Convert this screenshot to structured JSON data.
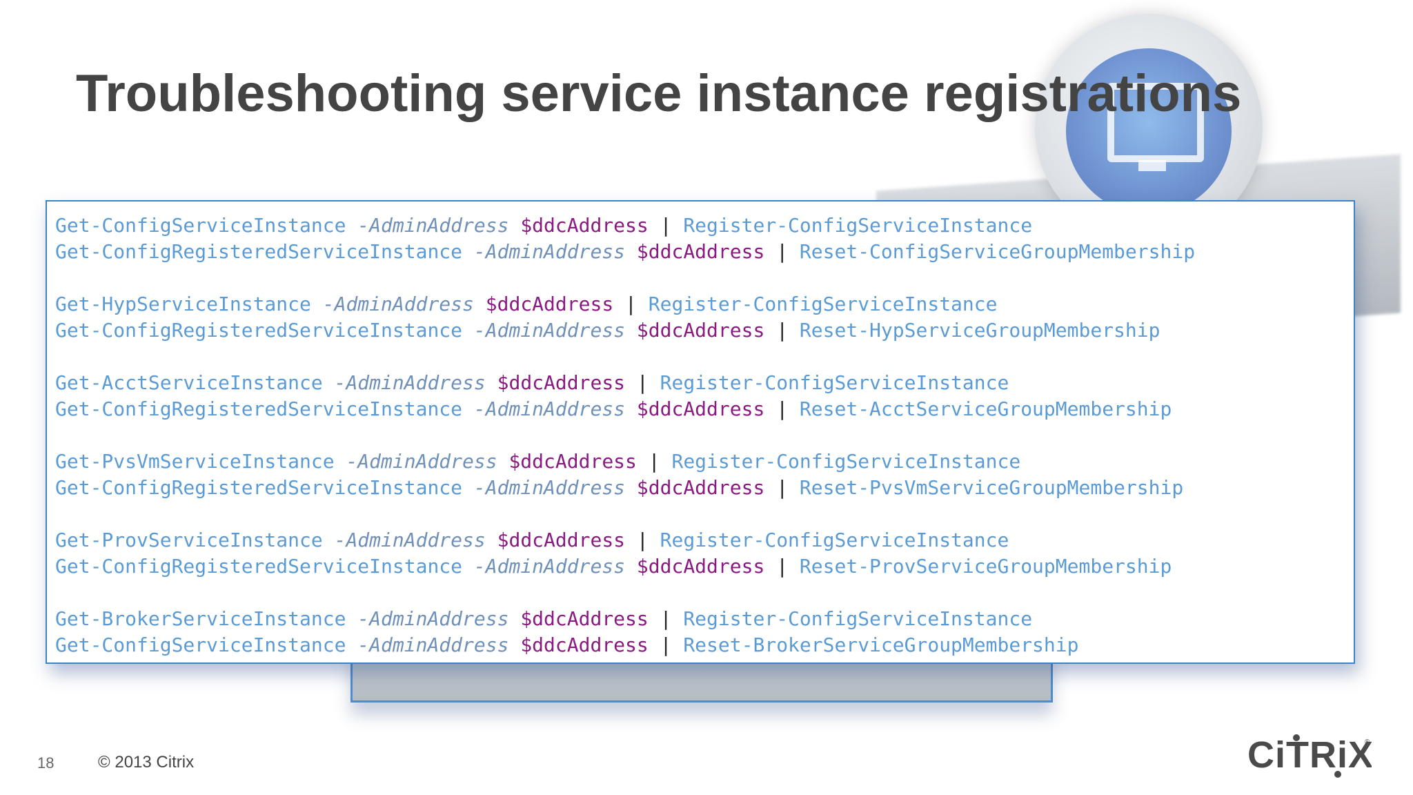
{
  "slide": {
    "title": "Troubleshooting service instance registrations",
    "page_number": "18",
    "copyright": "© 2013 Citrix",
    "logo_text": "CiTRiX"
  },
  "colors": {
    "cmdlet": "#5b9bd5",
    "parameter": "#6f90b8",
    "variable": "#8a1a82",
    "pipe": "#222222",
    "panel_border": "#3f82c4"
  },
  "code_groups": [
    {
      "line1": {
        "cmd": "Get-ConfigServiceInstance",
        "param": "-AdminAddress",
        "var": "$ddcAddress",
        "pipe": "|",
        "target": "Register-ConfigServiceInstance"
      },
      "line2": {
        "cmd": "Get-ConfigRegisteredServiceInstance",
        "param": "-AdminAddress",
        "var": "$ddcAddress",
        "pipe": "|",
        "target": "Reset-ConfigServiceGroupMembership"
      }
    },
    {
      "line1": {
        "cmd": "Get-HypServiceInstance",
        "param": "-AdminAddress",
        "var": "$ddcAddress",
        "pipe": "|",
        "target": "Register-ConfigServiceInstance"
      },
      "line2": {
        "cmd": "Get-ConfigRegisteredServiceInstance",
        "param": "-AdminAddress",
        "var": "$ddcAddress",
        "pipe": "|",
        "target": "Reset-HypServiceGroupMembership"
      }
    },
    {
      "line1": {
        "cmd": "Get-AcctServiceInstance",
        "param": "-AdminAddress",
        "var": "$ddcAddress",
        "pipe": "|",
        "target": "Register-ConfigServiceInstance"
      },
      "line2": {
        "cmd": "Get-ConfigRegisteredServiceInstance",
        "param": "-AdminAddress",
        "var": "$ddcAddress",
        "pipe": "|",
        "target": "Reset-AcctServiceGroupMembership"
      }
    },
    {
      "line1": {
        "cmd": "Get-PvsVmServiceInstance",
        "param": "-AdminAddress",
        "var": "$ddcAddress",
        "pipe": "|",
        "target": "Register-ConfigServiceInstance"
      },
      "line2": {
        "cmd": "Get-ConfigRegisteredServiceInstance",
        "param": "-AdminAddress",
        "var": "$ddcAddress",
        "pipe": "|",
        "target": "Reset-PvsVmServiceGroupMembership"
      }
    },
    {
      "line1": {
        "cmd": "Get-ProvServiceInstance",
        "param": "-AdminAddress",
        "var": "$ddcAddress",
        "pipe": "|",
        "target": "Register-ConfigServiceInstance"
      },
      "line2": {
        "cmd": "Get-ConfigRegisteredServiceInstance",
        "param": "-AdminAddress",
        "var": "$ddcAddress",
        "pipe": "|",
        "target": "Reset-ProvServiceGroupMembership"
      }
    },
    {
      "line1": {
        "cmd": "Get-BrokerServiceInstance",
        "param": "-AdminAddress",
        "var": "$ddcAddress",
        "pipe": "|",
        "target": "Register-ConfigServiceInstance"
      },
      "line2": {
        "cmd": "Get-ConfigServiceInstance",
        "param": "-AdminAddress",
        "var": "$ddcAddress",
        "pipe": "|",
        "target": "Reset-BrokerServiceGroupMembership"
      }
    }
  ]
}
